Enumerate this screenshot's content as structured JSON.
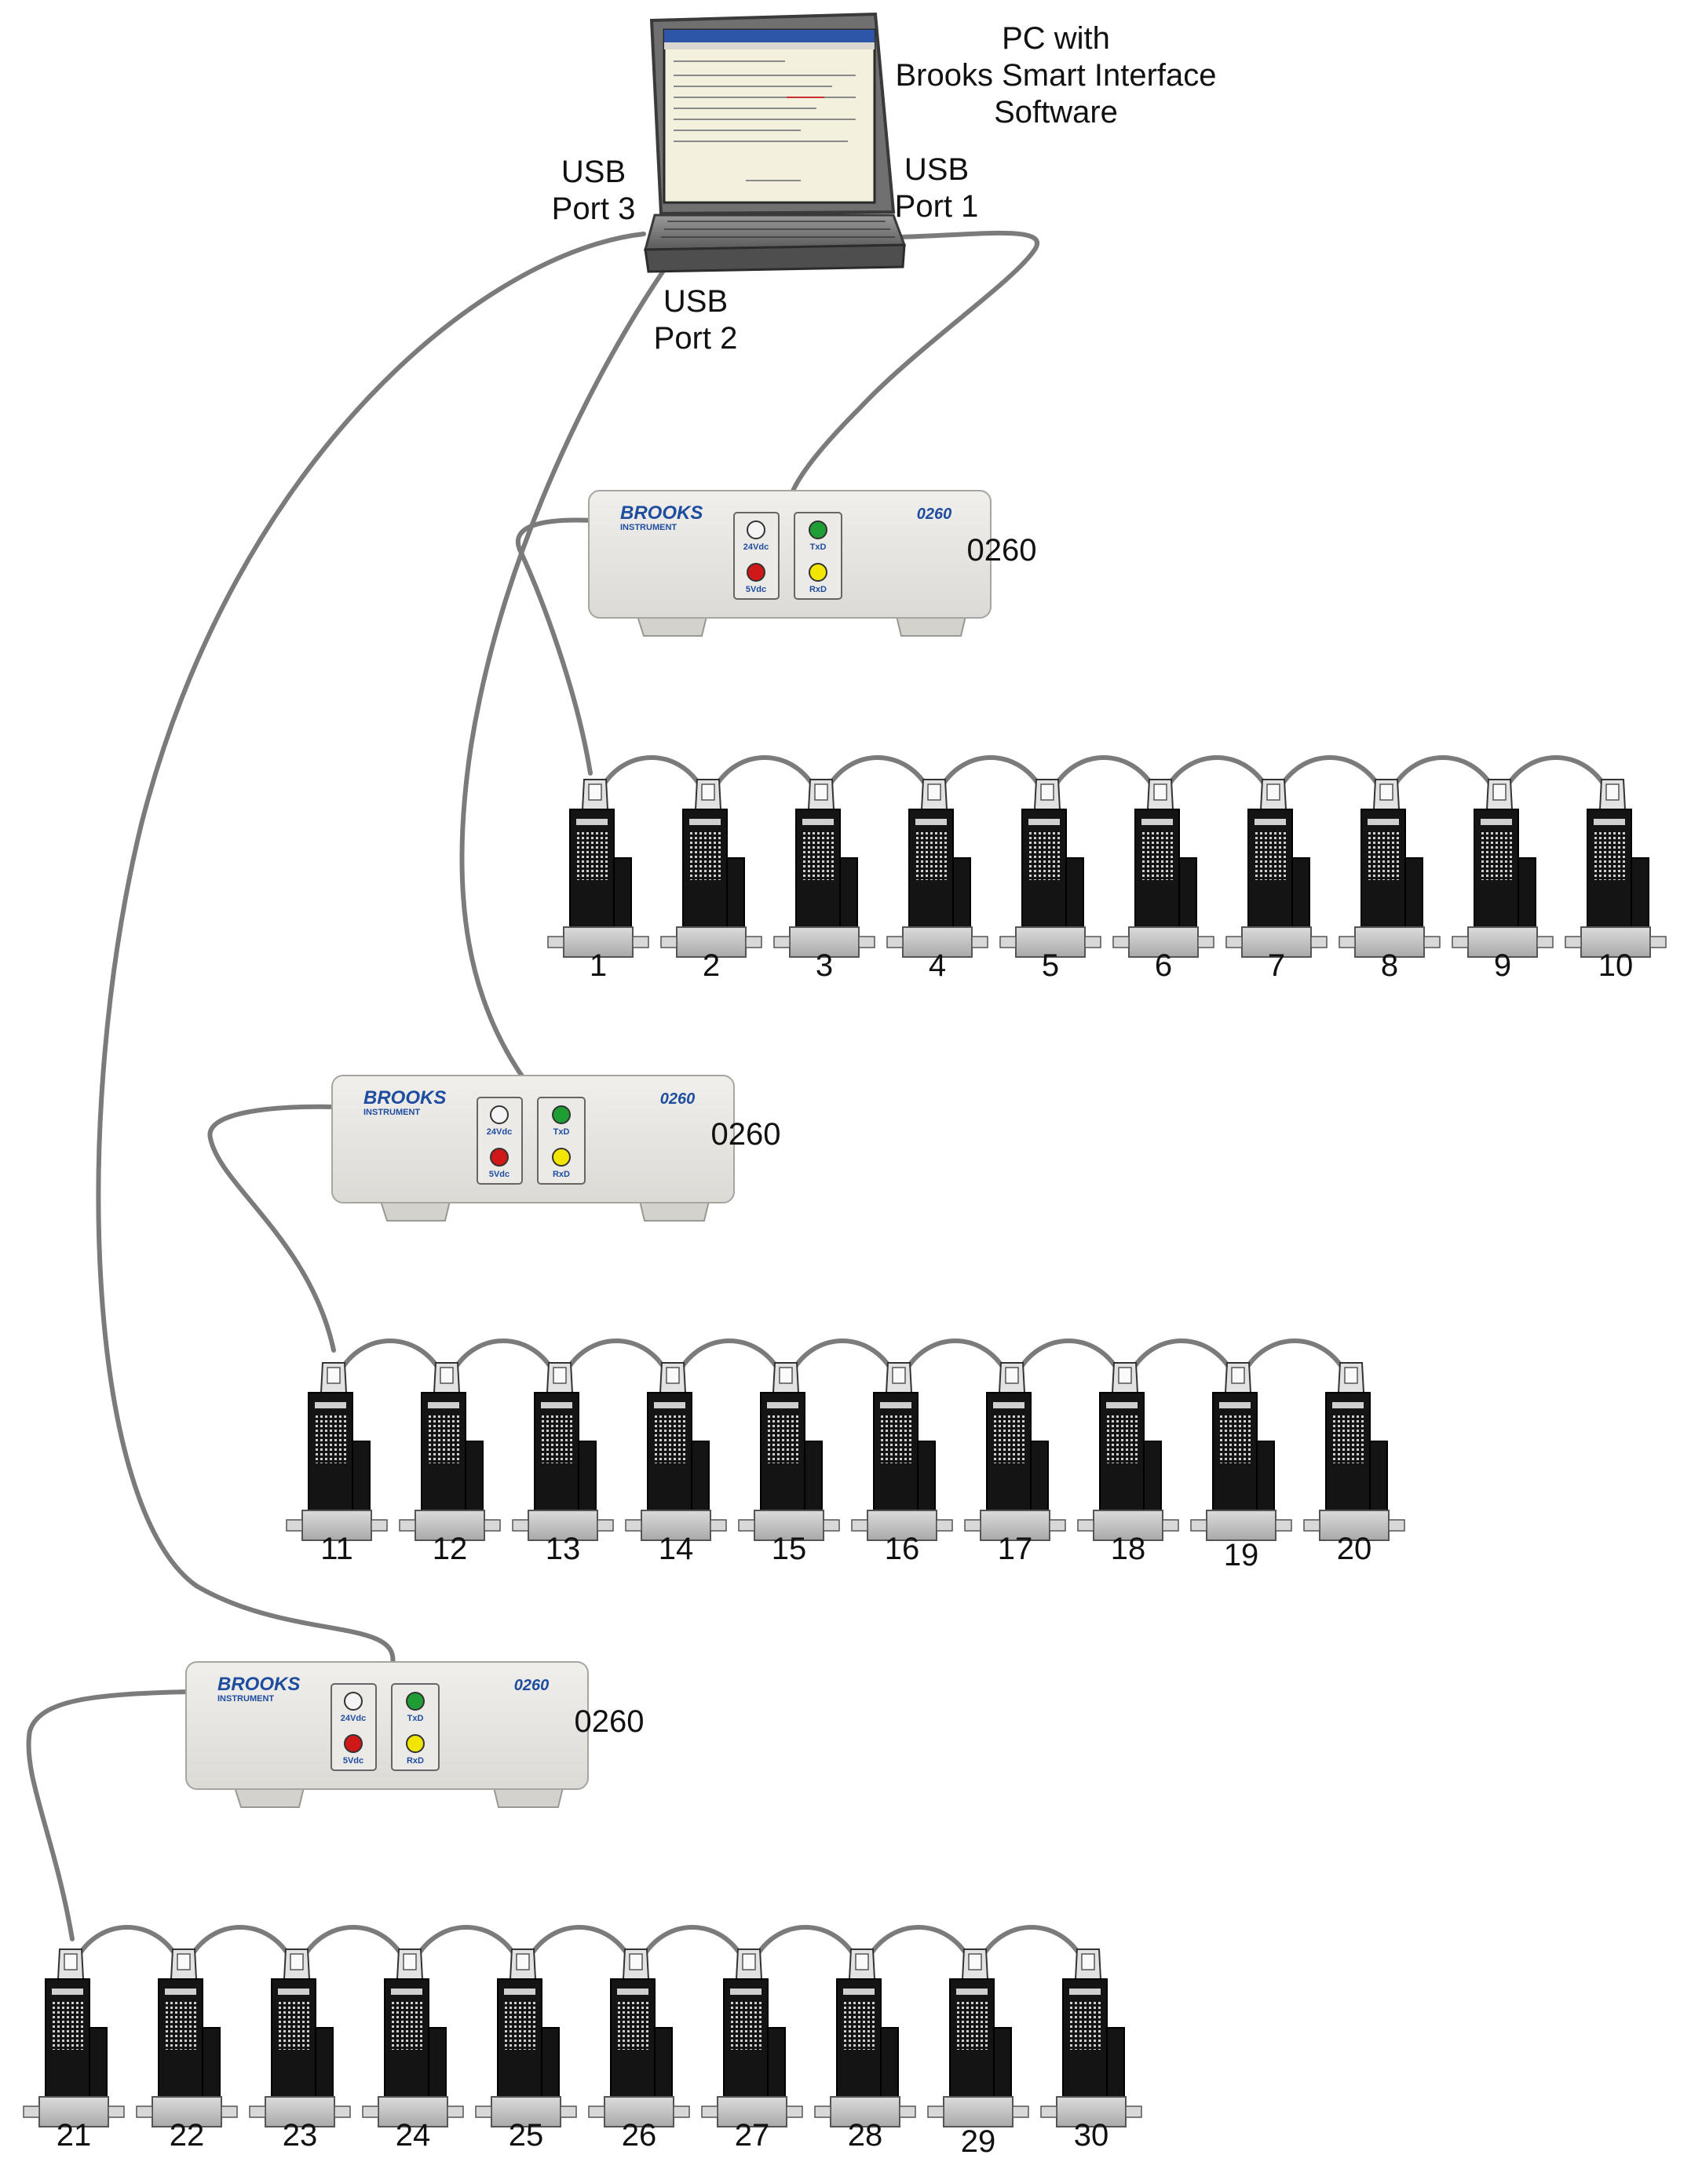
{
  "pc": {
    "caption_line1": "PC with",
    "caption_line2": "Brooks Smart Interface",
    "caption_line3": "Software",
    "ports": [
      {
        "line1": "USB",
        "line2": "Port 3"
      },
      {
        "line1": "USB",
        "line2": "Port 1"
      },
      {
        "line1": "USB",
        "line2": "Port 2"
      }
    ]
  },
  "adapters": [
    {
      "model": "0260",
      "label": "0260",
      "brand": "BROOKS",
      "brand_sub": "INSTRUMENT",
      "led_labels": [
        "24Vdc",
        "5Vdc",
        "TxD",
        "RxD"
      ]
    },
    {
      "model": "0260",
      "label": "0260",
      "brand": "BROOKS",
      "brand_sub": "INSTRUMENT",
      "led_labels": [
        "24Vdc",
        "5Vdc",
        "TxD",
        "RxD"
      ]
    },
    {
      "model": "0260",
      "label": "0260",
      "brand": "BROOKS",
      "brand_sub": "INSTRUMENT",
      "led_labels": [
        "24Vdc",
        "5Vdc",
        "TxD",
        "RxD"
      ]
    }
  ],
  "device_rows": [
    {
      "labels": [
        "1",
        "2",
        "3",
        "4",
        "5",
        "6",
        "7",
        "8",
        "9",
        "10"
      ]
    },
    {
      "labels": [
        "11",
        "12",
        "13",
        "14",
        "15",
        "16",
        "17",
        "18",
        "19",
        "20"
      ]
    },
    {
      "labels": [
        "21",
        "22",
        "23",
        "24",
        "25",
        "26",
        "27",
        "28",
        "29",
        "30"
      ]
    }
  ],
  "colors": {
    "cable": "#7b7b7b",
    "adapter_body": "#e8e6e2",
    "brand_blue": "#1e4da0",
    "led_green": "#1e9e35",
    "led_red": "#d01818",
    "led_yellow": "#f2e600",
    "led_white": "#f4f4f4",
    "device_black": "#141414",
    "device_grey": "#c8c8c8"
  }
}
